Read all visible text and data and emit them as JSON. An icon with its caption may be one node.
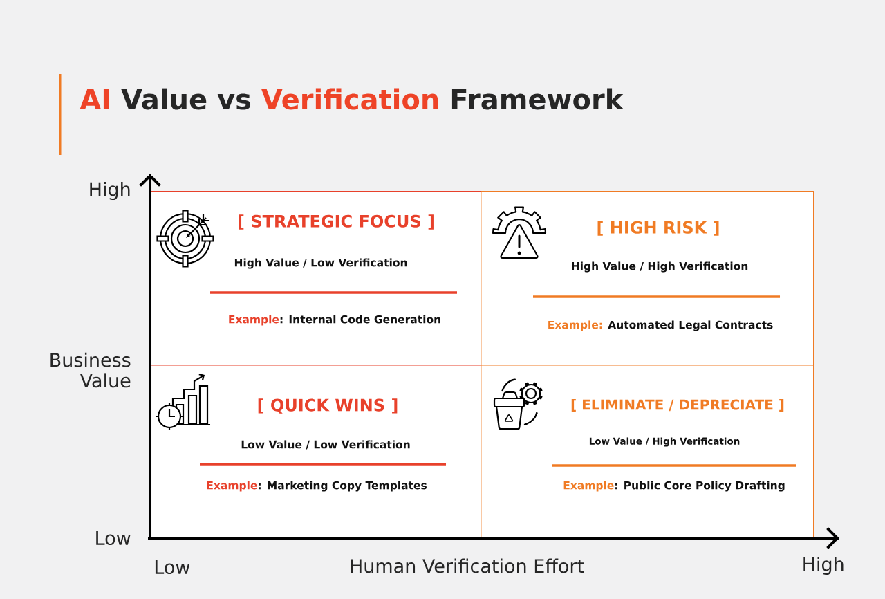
{
  "diagram": {
    "title": "AI Value vs Verification Framework",
    "nodes": [
      {
        "text": [
          "[ STRATEGIC FOCUS ]",
          "High Value / Low Verification",
          "Example: Internal Code Generation"
        ]
      },
      {
        "text": [
          "[ HIGH RISK ]",
          "High Value / High Verification",
          "Example: Automated Legal Contracts"
        ]
      },
      {
        "text": [
          "[ QUICK WINS ]",
          "Low Value / Low Verification",
          "Example: Marketing Copy Templates"
        ]
      },
      {
        "text": [
          "[ ELIMINATE / DEPRECIATE ]",
          "Low Value / High Verification",
          "Example: Public Core Policy Drafting"
        ]
      }
    ],
    "labels": [
      "High",
      "Business Value",
      "Low",
      "Low",
      "Human Verification Effort",
      "High"
    ]
  }
}
